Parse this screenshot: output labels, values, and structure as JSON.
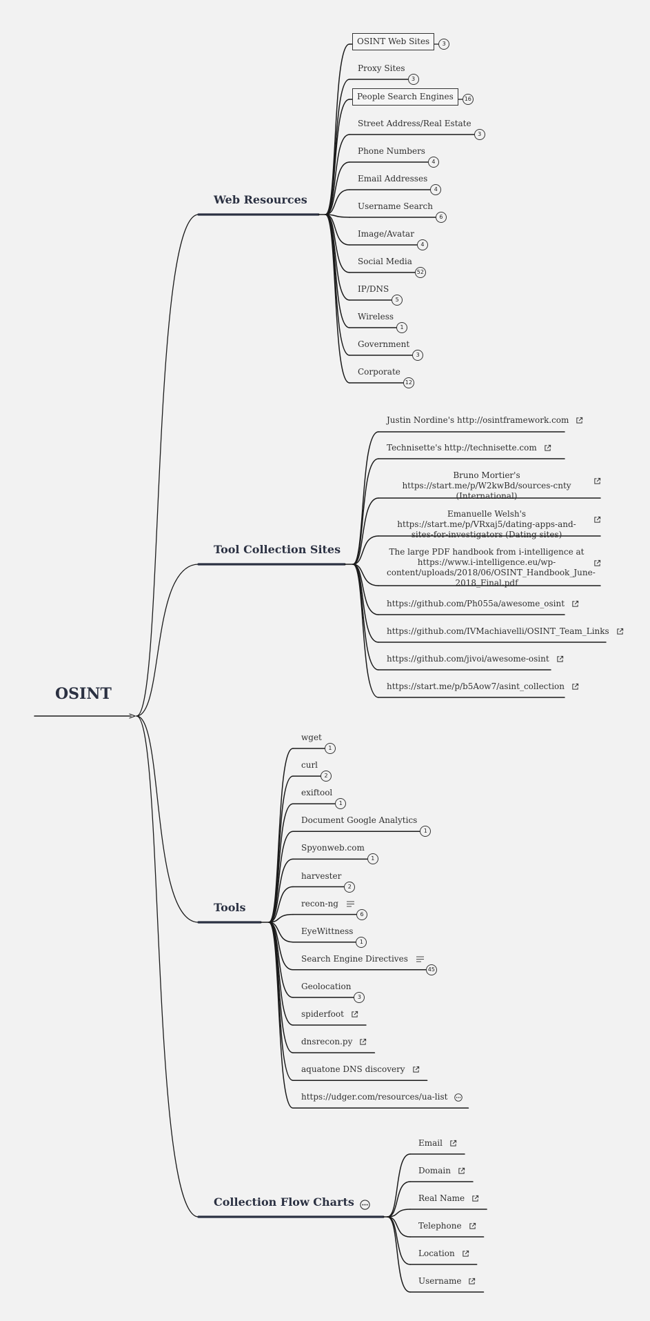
{
  "root": {
    "label": "OSINT"
  },
  "branches": [
    {
      "label": "Web Resources",
      "items": [
        {
          "label": "OSINT Web Sites",
          "count": "3",
          "boxed": true
        },
        {
          "label": "Proxy Sites",
          "count": "3"
        },
        {
          "label": "People Search Engines",
          "count": "16",
          "boxed": true
        },
        {
          "label": "Street Address/Real Estate",
          "count": "3"
        },
        {
          "label": "Phone Numbers",
          "count": "4"
        },
        {
          "label": "Email Addresses",
          "count": "4"
        },
        {
          "label": "Username Search",
          "count": "6"
        },
        {
          "label": "Image/Avatar",
          "count": "4"
        },
        {
          "label": "Social Media",
          "count": "52"
        },
        {
          "label": "IP/DNS",
          "count": "5"
        },
        {
          "label": "Wireless",
          "count": "1"
        },
        {
          "label": "Government",
          "count": "3"
        },
        {
          "label": "Corporate",
          "count": "12"
        }
      ]
    },
    {
      "label": "Tool Collection Sites",
      "items": [
        {
          "label": "Justin Nordine's http://osintframework.com",
          "link": true
        },
        {
          "label": "Technisette's http://technisette.com",
          "link": true
        },
        {
          "label": "Bruno Mortier's https://start.me/p/W2kwBd/sources-cnty (International)",
          "link": true
        },
        {
          "label": "Emanuelle Welsh's https://start.me/p/VRxaj5/dating-apps-and-sites-for-investigators (Dating sites)",
          "link": true
        },
        {
          "label": "The large PDF handbook from i-intelligence at https://www.i-intelligence.eu/wp-content/uploads/2018/06/OSINT_Handbook_June-2018_Final.pdf",
          "link": true
        },
        {
          "label": "https://github.com/Ph055a/awesome_osint",
          "link": true
        },
        {
          "label": "https://github.com/IVMachiavelli/OSINT_Team_Links",
          "link": true
        },
        {
          "label": "https://github.com/jivoi/awesome-osint",
          "link": true
        },
        {
          "label": "https://start.me/p/b5Aow7/asint_collection",
          "link": true
        }
      ]
    },
    {
      "label": "Tools",
      "items": [
        {
          "label": "wget",
          "count": "1"
        },
        {
          "label": "curl",
          "count": "2"
        },
        {
          "label": "exiftool",
          "count": "1"
        },
        {
          "label": "Document Google Analytics",
          "count": "1"
        },
        {
          "label": "Spyonweb.com",
          "count": "1"
        },
        {
          "label": "harvester",
          "count": "2"
        },
        {
          "label": "recon-ng",
          "count": "6",
          "notes": true
        },
        {
          "label": "EyeWittness",
          "count": "1"
        },
        {
          "label": "Search Engine Directives",
          "count": "45",
          "notes": true
        },
        {
          "label": "Geolocation",
          "count": "3"
        },
        {
          "label": "spiderfoot",
          "link": true
        },
        {
          "label": "dnsrecon.py",
          "link": true
        },
        {
          "label": "aquatone DNS discovery",
          "link": true
        },
        {
          "label": "https://udger.com/resources/ua-list",
          "more": true
        }
      ]
    },
    {
      "label": "Collection Flow Charts",
      "more": true,
      "items": [
        {
          "label": "Email",
          "link": true
        },
        {
          "label": "Domain",
          "link": true
        },
        {
          "label": "Real Name",
          "link": true
        },
        {
          "label": "Telephone",
          "link": true
        },
        {
          "label": "Location",
          "link": true
        },
        {
          "label": "Username",
          "link": true
        }
      ]
    }
  ]
}
